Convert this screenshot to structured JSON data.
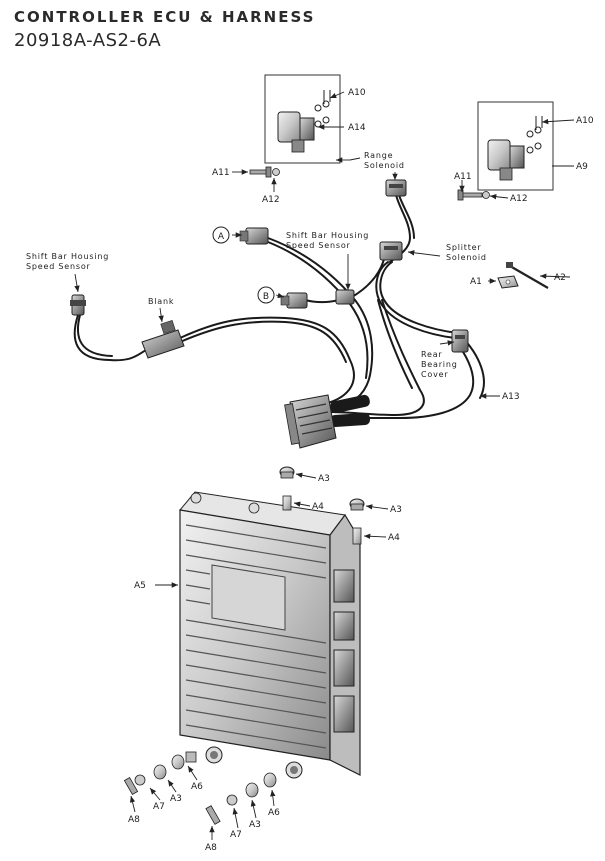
{
  "header": {
    "title": "CONTROLLER ECU & HARNESS",
    "subtitle": "20918A-AS2-6A"
  },
  "callouts": {
    "A1": "A1",
    "A2": "A2",
    "A3": "A3",
    "A4": "A4",
    "A5": "A5",
    "A6": "A6",
    "A7": "A7",
    "A8": "A8",
    "A9": "A9",
    "A10": "A10",
    "A11": "A11",
    "A12": "A12",
    "A13": "A13",
    "A14": "A14",
    "circle_a": "A",
    "circle_b": "B"
  },
  "labels": {
    "range_solenoid": [
      "Range",
      "Solenoid"
    ],
    "shift_bar_housing_speed_sensor": [
      "Shift Bar Housing",
      "Speed Sensor"
    ],
    "shift_bar_housing_speed_sensor_left": [
      "Shift Bar Housing",
      "Speed Sensor"
    ],
    "blank": "Blank",
    "splitter_solenoid": [
      "Splitter",
      "Solenoid"
    ],
    "rear_bearing_cover": [
      "Rear",
      "Bearing",
      "Cover"
    ]
  }
}
